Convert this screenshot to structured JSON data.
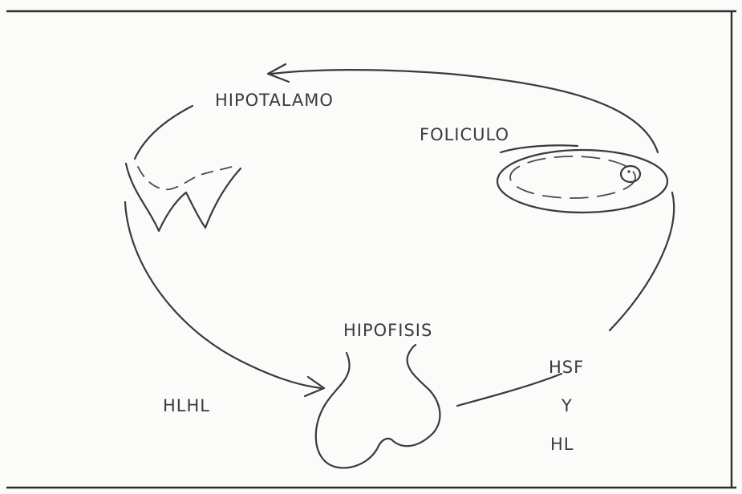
{
  "labels": {
    "hypothalamus": "HIPOTALAMO",
    "follicle": "FOLICULO",
    "pituitary": "HIPOFISIS",
    "releasing_hormone": "HLHL",
    "hormone_1": "HSF",
    "conjunction": "Y",
    "hormone_2": "HL"
  }
}
